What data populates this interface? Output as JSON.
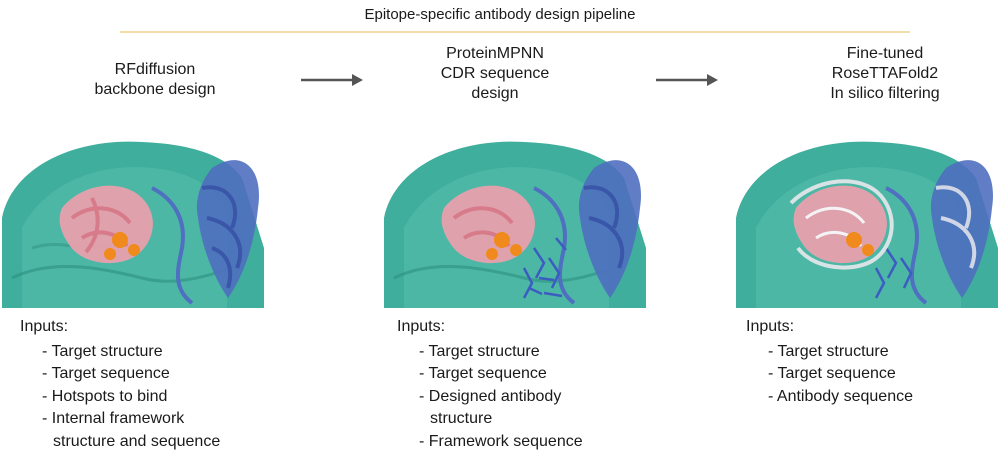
{
  "title": "Epitope-specific antibody design pipeline",
  "colors": {
    "target_surface": "#3fae9c",
    "antibody": "#4f6fc0",
    "cdr_loops": "#f0a0ad",
    "hotspots": "#f08a1c",
    "refold_overlay": "#e8e8ec",
    "arrow": "#555555",
    "title_rule": "#f6dca6"
  },
  "stages": [
    {
      "title_lines": [
        "RFdiffusion",
        "backbone design"
      ],
      "inputs_label": "Inputs:",
      "inputs": [
        "Target structure",
        "Target sequence",
        "Hotspots to bind",
        "Internal framework structure and sequence"
      ]
    },
    {
      "title_lines": [
        "ProteinMPNN",
        "CDR sequence",
        "design"
      ],
      "inputs_label": "Inputs:",
      "inputs": [
        "Target structure",
        "Target sequence",
        "Designed antibody structure",
        "Framework sequence"
      ]
    },
    {
      "title_lines": [
        "Fine-tuned",
        "RoseTTAFold2",
        "In silico filtering"
      ],
      "inputs_label": "Inputs:",
      "inputs": [
        "Target structure",
        "Target sequence",
        "Antibody sequence"
      ]
    }
  ]
}
